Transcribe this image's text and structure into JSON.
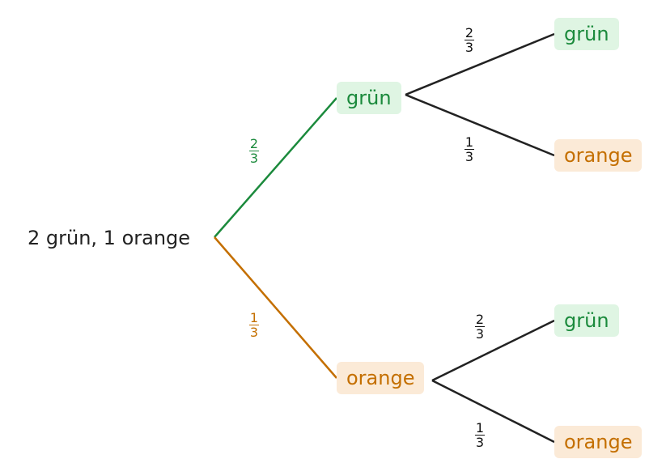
{
  "root": {
    "label": "2 grün, 1 orange"
  },
  "colors": {
    "green": "#1b8a3c",
    "orange": "#c46f00",
    "dark": "#222222",
    "green_bg": "#dff5e3",
    "orange_bg": "#fbead7"
  },
  "level1": [
    {
      "label": "grün",
      "color": "green",
      "prob": {
        "num": "2",
        "den": "3"
      }
    },
    {
      "label": "orange",
      "color": "orange",
      "prob": {
        "num": "1",
        "den": "3"
      }
    }
  ],
  "level2": [
    {
      "label": "grün",
      "color": "green",
      "prob": {
        "num": "2",
        "den": "3"
      }
    },
    {
      "label": "orange",
      "color": "orange",
      "prob": {
        "num": "1",
        "den": "3"
      }
    },
    {
      "label": "grün",
      "color": "green",
      "prob": {
        "num": "2",
        "den": "3"
      }
    },
    {
      "label": "orange",
      "color": "orange",
      "prob": {
        "num": "1",
        "den": "3"
      }
    }
  ]
}
